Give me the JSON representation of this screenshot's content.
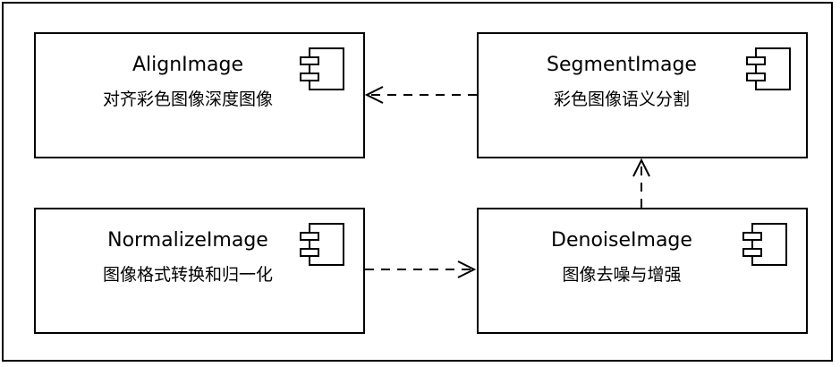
{
  "components": [
    {
      "id": "align",
      "name": "AlignImage",
      "description": "对齐彩色图像深度图像",
      "icon": "component-icon"
    },
    {
      "id": "segment",
      "name": "SegmentImage",
      "description": "彩色图像语义分割",
      "icon": "component-icon"
    },
    {
      "id": "normalize",
      "name": "NormalizeImage",
      "description": "图像格式转换和归一化",
      "icon": "component-icon"
    },
    {
      "id": "denoise",
      "name": "DenoiseImage",
      "description": "图像去噪与增强",
      "icon": "component-icon"
    }
  ],
  "dependencies": [
    {
      "from": "SegmentImage",
      "to": "AlignImage",
      "style": "dashed"
    },
    {
      "from": "NormalizeImage",
      "to": "DenoiseImage",
      "style": "dashed"
    },
    {
      "from": "DenoiseImage",
      "to": "SegmentImage",
      "style": "dashed"
    }
  ]
}
